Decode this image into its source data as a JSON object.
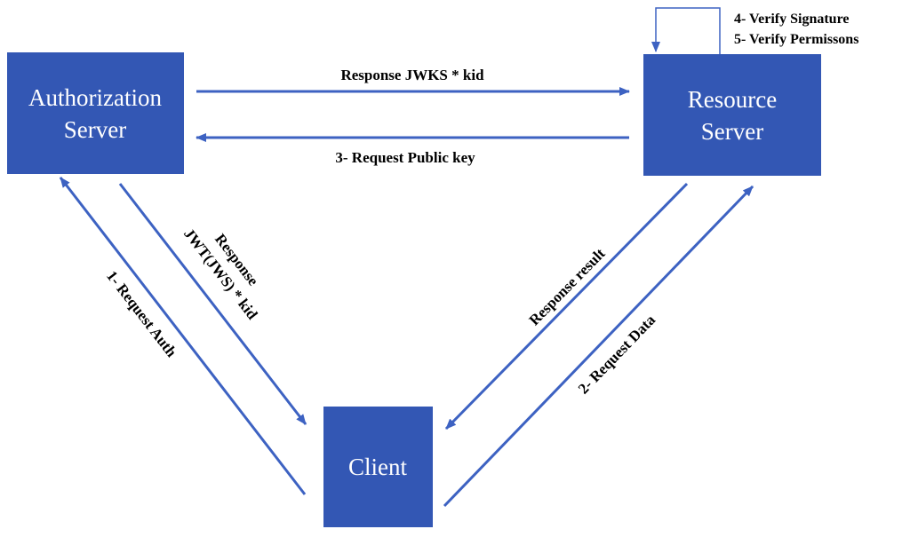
{
  "colors": {
    "box_fill": "#3357b4",
    "arrow": "#3d62c2",
    "box_text": "#ffffff",
    "label_text": "#000000"
  },
  "nodes": {
    "authorization_server": {
      "line1": "Authorization",
      "line2": "Server"
    },
    "resource_server": {
      "line1": "Resource",
      "line2": "Server"
    },
    "client": {
      "label": "Client"
    }
  },
  "edges": {
    "response_jwks": "Response JWKS * kid",
    "request_public_key": "3- Request Public key",
    "request_auth": "1- Request Auth",
    "response_jwt_line1": "Response",
    "response_jwt_line2": "JWT(JWS) * kid",
    "response_result": "Response result",
    "request_data": "2- Request Data"
  },
  "self_loop_notes": {
    "verify_signature": "4- Verify Signature",
    "verify_permissions": "5- Verify Permissons"
  }
}
